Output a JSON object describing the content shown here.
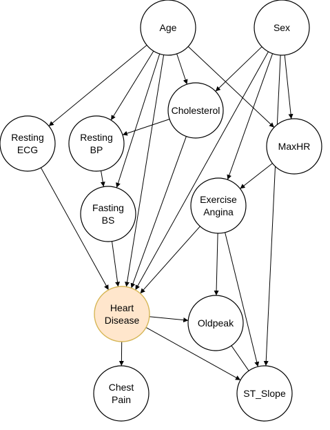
{
  "colors": {
    "node_fill": "#ffffff",
    "node_stroke": "#000000",
    "highlight_fill": "#ffe6cc",
    "highlight_stroke": "#d6b656",
    "edge": "#000000"
  },
  "nodes": [
    {
      "id": "age",
      "lines": [
        "Age"
      ]
    },
    {
      "id": "sex",
      "lines": [
        "Sex"
      ]
    },
    {
      "id": "cholesterol",
      "lines": [
        "Cholesterol"
      ]
    },
    {
      "id": "resting_ecg",
      "lines": [
        "Resting",
        "ECG"
      ]
    },
    {
      "id": "resting_bp",
      "lines": [
        "Resting",
        "BP"
      ]
    },
    {
      "id": "maxhr",
      "lines": [
        "MaxHR"
      ]
    },
    {
      "id": "fasting_bs",
      "lines": [
        "Fasting",
        "BS"
      ]
    },
    {
      "id": "exercise_angina",
      "lines": [
        "Exercise",
        "Angina"
      ]
    },
    {
      "id": "heart_disease",
      "lines": [
        "Heart",
        "Disease"
      ],
      "highlight": true
    },
    {
      "id": "oldpeak",
      "lines": [
        "Oldpeak"
      ]
    },
    {
      "id": "chest_pain",
      "lines": [
        "Chest",
        "Pain"
      ]
    },
    {
      "id": "st_slope",
      "lines": [
        "ST_Slope"
      ]
    }
  ],
  "edges": [
    {
      "from": "age",
      "to": "resting_ecg",
      "arrow": true
    },
    {
      "from": "age",
      "to": "resting_bp",
      "arrow": true
    },
    {
      "from": "age",
      "to": "fasting_bs",
      "arrow": true
    },
    {
      "from": "age",
      "to": "heart_disease",
      "arrow": true
    },
    {
      "from": "age",
      "to": "cholesterol",
      "arrow": true
    },
    {
      "from": "age",
      "to": "maxhr",
      "arrow": true
    },
    {
      "from": "sex",
      "to": "cholesterol",
      "arrow": true
    },
    {
      "from": "sex",
      "to": "maxhr",
      "arrow": true
    },
    {
      "from": "sex",
      "to": "exercise_angina",
      "arrow": true
    },
    {
      "from": "sex",
      "to": "heart_disease",
      "arrow": true
    },
    {
      "from": "sex",
      "to": "st_slope",
      "arrow": true
    },
    {
      "from": "cholesterol",
      "to": "resting_bp",
      "arrow": true
    },
    {
      "from": "cholesterol",
      "to": "heart_disease",
      "arrow": true
    },
    {
      "from": "resting_bp",
      "to": "fasting_bs",
      "arrow": true
    },
    {
      "from": "resting_ecg",
      "to": "heart_disease",
      "arrow": true
    },
    {
      "from": "fasting_bs",
      "to": "heart_disease",
      "arrow": true
    },
    {
      "from": "maxhr",
      "to": "exercise_angina",
      "arrow": true
    },
    {
      "from": "exercise_angina",
      "to": "heart_disease",
      "arrow": true
    },
    {
      "from": "exercise_angina",
      "to": "oldpeak",
      "arrow": true
    },
    {
      "from": "exercise_angina",
      "to": "st_slope",
      "arrow": true
    },
    {
      "from": "heart_disease",
      "to": "oldpeak",
      "arrow": true
    },
    {
      "from": "heart_disease",
      "to": "st_slope",
      "arrow": true
    },
    {
      "from": "heart_disease",
      "to": "chest_pain",
      "arrow": true
    },
    {
      "from": "oldpeak",
      "to": "st_slope",
      "arrow": false
    }
  ]
}
